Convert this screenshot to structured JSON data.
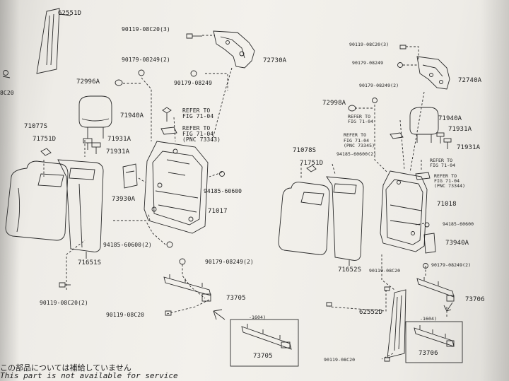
{
  "labels": {
    "p62551d_top": "62551D",
    "b90119_08c20_3_top": "90119-08C20(3)",
    "b90179_08249_2_left": "90179-08249(2)",
    "p72730a": "72730A",
    "b90179_08249_left": "90179-08249",
    "p72996a": "72996A",
    "ref_a1": "REFER TO",
    "ref_a2": "FIG 71-04",
    "ref_b1": "REFER TO",
    "ref_b2": "FIG 71-04",
    "ref_b3": "(PNC 73343)",
    "p71940a_left": "71940A",
    "p71077s": "71077S",
    "p71751d_left": "71751D",
    "p71931a_left1": "71931A",
    "p71931a_left2": "71931A",
    "p73930a": "73930A",
    "b94185_60600_left": "94185-60600",
    "p71017": "71017",
    "b94185_60600_2": "94185-60600(2)",
    "p71651s": "71651S",
    "b90179_08249_2_mid": "90179-08249(2)",
    "p73705": "73705",
    "b90119_08c20_2": "90119-08C20(2)",
    "b90119_08c20_mid": "90119-08C20",
    "box_left_range": "-1604)",
    "box_left_part": "73705",
    "edge_08c20": "8C20",
    "b90119_08c20_3_right": "90119-08C20(3)",
    "b90179_08249_right_top": "90179-08249",
    "p72740a": "72740A",
    "b90179_08249_2_right": "90179-08249(2)",
    "p72998a": "72998A",
    "ref_c1": "REFER TO",
    "ref_c2": "FIG 71-04",
    "p71940a_right": "71940A",
    "ref_d1": "REFER TO",
    "ref_d2": "FIG 71-04",
    "ref_d3": "(PNC 73345)",
    "p71931a_right1": "71931A",
    "p71078s": "71078S",
    "b94185_60600_2_right": "94185-60600(2)",
    "p71931a_right2": "71931A",
    "p71751d_right": "71751D",
    "ref_e1": "REFER TO",
    "ref_e2": "FIG 71-04",
    "ref_f1": "REFER TO",
    "ref_f2": "FIG 71-04",
    "ref_f3": "(PNC 73344)",
    "p71018": "71018",
    "b94185_60600_right": "94185-60600",
    "p73940a": "73940A",
    "p71652s": "71652S",
    "b90119_08c20_right_mid": "90119-08C20",
    "b90179_08249_2_right_low": "90179-08249(2)",
    "p62552d": "62552D",
    "p73706": "73706",
    "box_right_range": "-1604)",
    "box_right_part": "73706",
    "b90119_08c20_right_bottom": "90119-08C20"
  },
  "footer": {
    "line1": "この部品については補給していません",
    "line2": "This part is not available for service"
  },
  "colors": {
    "ink": "#1d1d1d",
    "paper": "#f1efea",
    "edge_shadow": "#cfcdc8"
  }
}
